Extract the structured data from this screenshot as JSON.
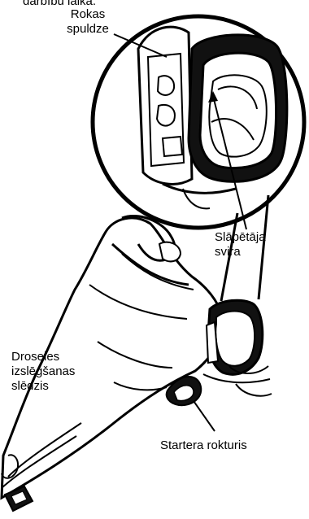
{
  "labels": {
    "top_cut": "darbību laikā.",
    "primer_line1": "Rokas",
    "primer_line2": "spuldze",
    "choke_line1": "Slāpētāja",
    "choke_line2": "svira",
    "throttle_line1": "Droseles",
    "throttle_line2": "izslēgšanas",
    "throttle_line3": "slēdzis",
    "starter": "Startera rokturis"
  },
  "colors": {
    "ink": "#000000",
    "paper": "#ffffff"
  }
}
